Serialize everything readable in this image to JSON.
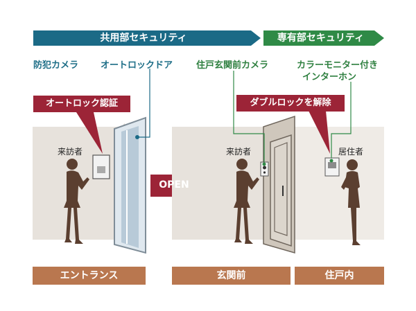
{
  "banners": {
    "shared_security": "共用部セキュリティ",
    "private_security": "専有部セキュリティ"
  },
  "categories": {
    "camera": "防犯カメラ",
    "autolock_door": "オートロックドア",
    "entrance_camera": "住戸玄関前カメラ",
    "intercom_line1": "カラーモニター付き",
    "intercom_line2": "インターホン"
  },
  "callouts": {
    "autolock_auth": "オートロック認証",
    "double_lock": "ダブルロックを解除"
  },
  "people": {
    "visitor1": "来訪者",
    "visitor2": "来訪者",
    "resident": "居住者"
  },
  "arrow": {
    "label": "OPEN"
  },
  "bottom": {
    "entrance": "エントランス",
    "front": "玄関前",
    "inside": "住戸内"
  },
  "colors": {
    "teal": "#1b6a86",
    "green": "#2f8a46",
    "crimson": "#9c2437",
    "brown": "#b9774f",
    "silhouette": "#5b3f30"
  }
}
